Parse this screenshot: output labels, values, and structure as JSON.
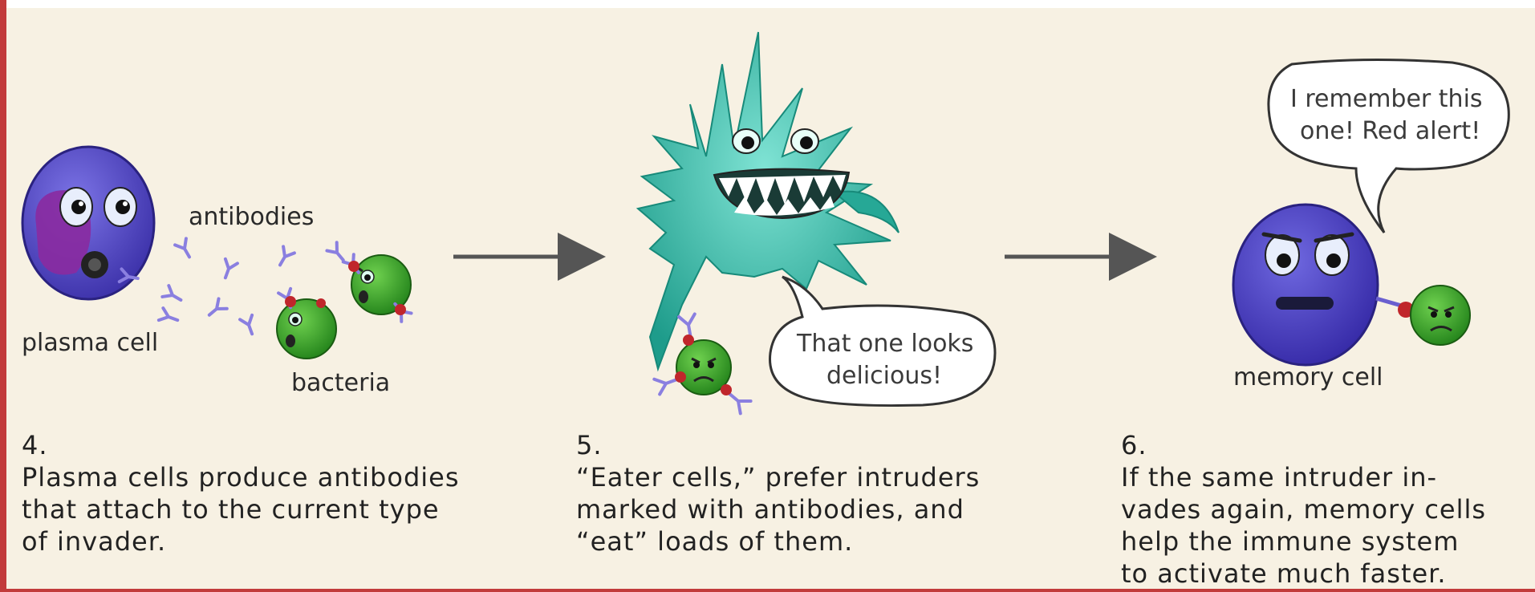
{
  "labels": {
    "antibodies": "antibodies",
    "plasma_cell": "plasma cell",
    "bacteria": "bacteria",
    "memory_cell": "memory cell"
  },
  "bubbles": {
    "eater": [
      "That one looks",
      "delicious!"
    ],
    "memory": [
      "I remember this",
      "one! Red alert!"
    ]
  },
  "steps": [
    {
      "number": "4.",
      "text": "Plasma cells produce antibodies\nthat attach to the current type\nof invader."
    },
    {
      "number": "5.",
      "text": "“Eater cells,” prefer intruders\nmarked with antibodies, and\n“eat” loads of them."
    },
    {
      "number": "6.",
      "text": "If the same intruder in-\nvades again, memory cells\nhelp the immune system\nto activate much faster."
    }
  ],
  "colors": {
    "background": "#f7f1e3",
    "border": "#c23b3b",
    "plasma_cell": "#5a4fc4",
    "nucleus": "#8a2aa0",
    "bacteria": "#3aa52a",
    "eater_cell": "#2fb5a3",
    "antibody": "#8a7fe0",
    "arrow": "#555555"
  }
}
